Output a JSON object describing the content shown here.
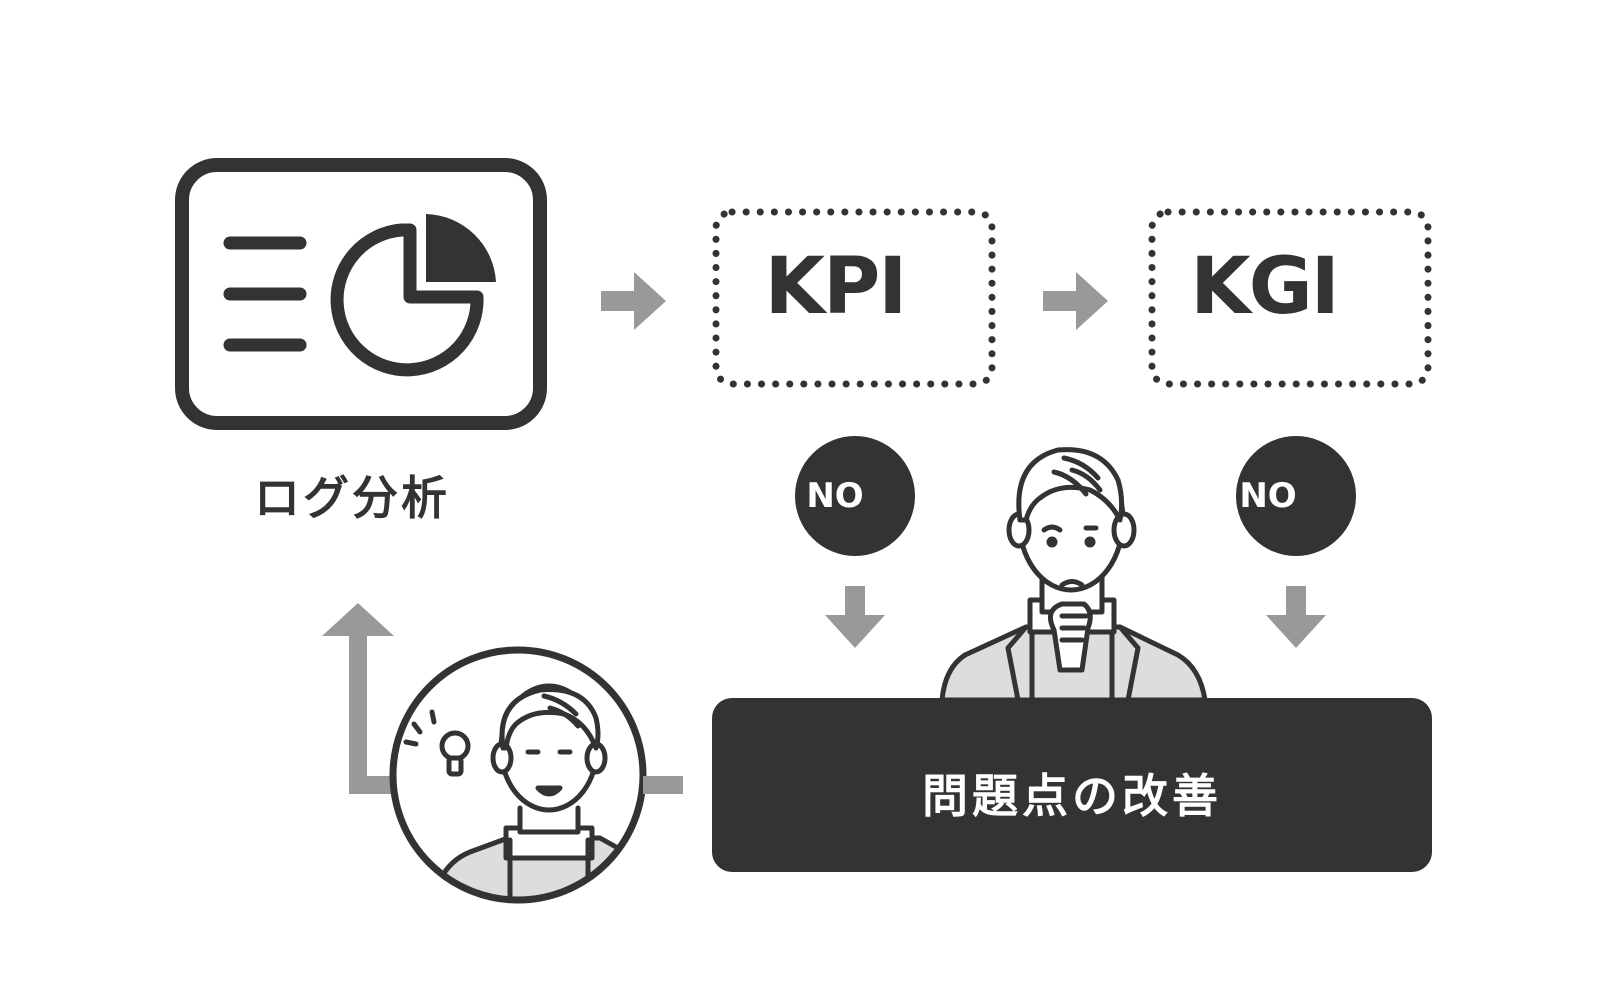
{
  "diagram": {
    "log_analysis_label": "ログ分析",
    "kpi_label": "KPI",
    "kgi_label": "KGI",
    "no_badge_1": "NO",
    "no_badge_2": "NO",
    "improvement_label": "問題点の改善"
  },
  "colors": {
    "ink": "#333333",
    "arrow_gray": "#999999",
    "suit_fill": "#dddddd",
    "background": "#ffffff"
  },
  "icons": [
    "log-dashboard-icon",
    "pie-chart-icon",
    "lightbulb-icon",
    "worried-man-illustration",
    "idea-man-illustration"
  ]
}
